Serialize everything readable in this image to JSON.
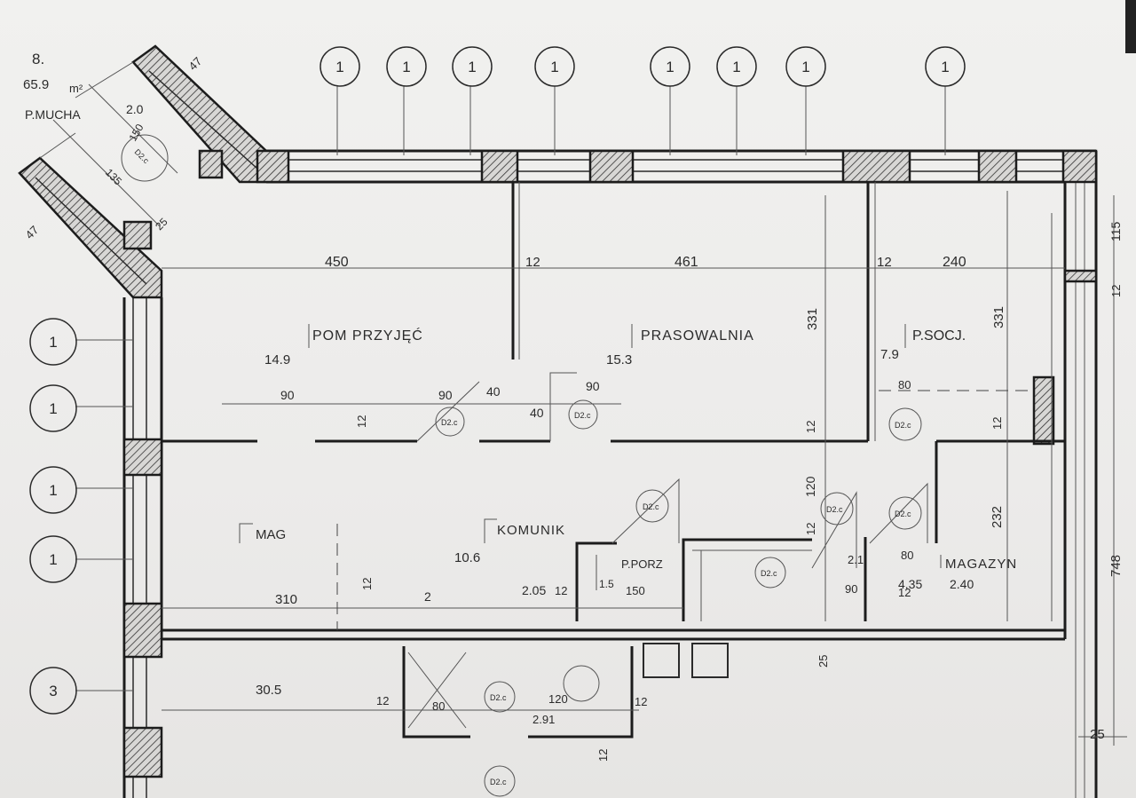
{
  "corner": {
    "number": "8.",
    "area": "65.9",
    "unit": "m²",
    "owner": "P.MUCHA",
    "dim_a": "47",
    "dim_b": "47",
    "dim_c": "2.0",
    "dim_d": "150",
    "dim_e": "135",
    "dim_f": "25"
  },
  "axis_markers": {
    "top": [
      "1",
      "1",
      "1",
      "1",
      "1",
      "1",
      "1",
      "1"
    ],
    "left": [
      "1",
      "1",
      "1",
      "1",
      "3"
    ]
  },
  "rooms": [
    {
      "name": "POM PRZYJĘĆ",
      "area": "14.9"
    },
    {
      "name": "PRASOWALNIA",
      "area": "15.3"
    },
    {
      "name": "P.SOCJ.",
      "area": "7.9"
    },
    {
      "name": "MAG",
      "area": ""
    },
    {
      "name": "KOMUNIK",
      "area": "10.6"
    },
    {
      "name": "P.PORZ",
      "area": "1.5"
    },
    {
      "name": "MAGAZYN",
      "area": "4.35"
    }
  ],
  "dims": {
    "d450": "450",
    "d12a": "12",
    "d461": "461",
    "d12b": "12",
    "d240": "240",
    "d115": "115",
    "d12c": "12",
    "d331a": "331",
    "d331b": "331",
    "d90a": "90",
    "d90b": "90",
    "d40a": "40",
    "d40b": "40",
    "d90c": "90",
    "d12d": "12",
    "d12e": "12",
    "d80a": "80",
    "d12f": "12",
    "d120a": "120",
    "d12g": "12",
    "d232": "232",
    "d748": "748",
    "d12h": "12",
    "d21": "2.1",
    "d80b": "80",
    "d90d": "90",
    "d240b": "2.40",
    "d310": "310",
    "d2": "2",
    "d205": "2.05",
    "d12i": "12",
    "d150": "150",
    "d12j": "12",
    "d25a": "25",
    "d305": "30.5",
    "d12k": "12",
    "d80c": "80",
    "d120b": "120",
    "d291": "2.91",
    "d12l": "12",
    "d12m": "12",
    "d25b": "25"
  },
  "door_tag": "D2.c"
}
